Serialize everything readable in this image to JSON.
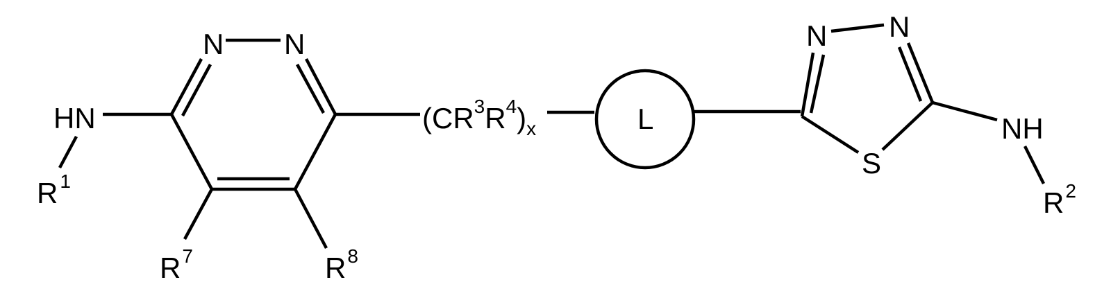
{
  "diagram": {
    "type": "chemical-structure",
    "description": "Generic formula: pyridazine linked via (CR3R4)x to ring L, linked to 1,3,4-thiadiazole bearing NH-R2",
    "colors": {
      "stroke": "#000000",
      "background": "#ffffff"
    },
    "pyridazine": {
      "atoms": {
        "n1": "N",
        "n2": "N"
      },
      "amine": {
        "label": "HN"
      },
      "substituents": {
        "r1": {
          "base": "R",
          "sup": "1"
        },
        "r7": {
          "base": "R",
          "sup": "7"
        },
        "r8": {
          "base": "R",
          "sup": "8"
        }
      }
    },
    "linker": {
      "open": "(CR",
      "sup3": "3",
      "mid": "R",
      "sup4": "4",
      "close": ")",
      "sub": "x"
    },
    "ring_l": {
      "label": "L"
    },
    "thiadiazole": {
      "atoms": {
        "n3": "N",
        "n4": "N",
        "s": "S"
      },
      "amine": {
        "label": "NH"
      },
      "substituents": {
        "r2": {
          "base": "R",
          "sup": "2"
        }
      }
    }
  }
}
